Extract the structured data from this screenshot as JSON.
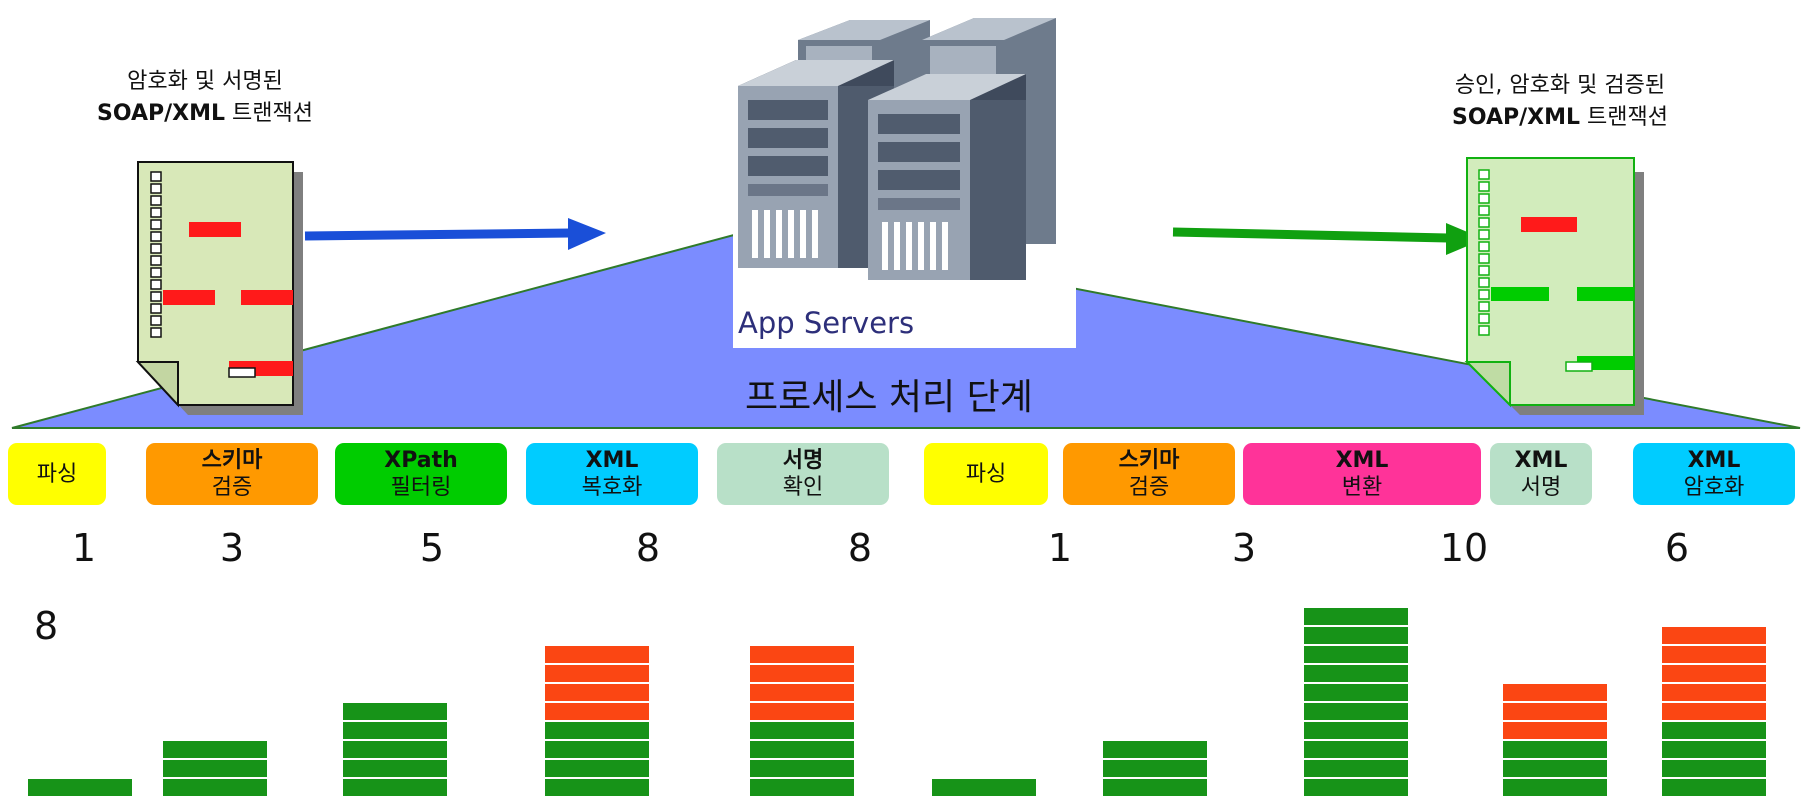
{
  "input_doc": {
    "caption_line1": "암호화 및 서명된",
    "caption_bold": "SOAP/XML",
    "caption_rest": " 트랜잭션"
  },
  "output_doc": {
    "caption_line1": "승인, 암호화 및 검증된",
    "caption_bold": "SOAP/XML",
    "caption_rest": " 트랜잭션"
  },
  "server": {
    "label": "App Servers"
  },
  "pipeline": {
    "heading": "프로세스 처리 단계",
    "scale_label": "8"
  },
  "stages": [
    {
      "line1": "파싱",
      "line2": "",
      "count": "1",
      "color": "#ffff00"
    },
    {
      "line1": "스키마",
      "line2": "검증",
      "count": "3",
      "color": "#ff9900"
    },
    {
      "line1": "XPath",
      "line2": "필터링",
      "count": "5",
      "color": "#00cc00"
    },
    {
      "line1": "XML",
      "line2": "복호화",
      "count": "8",
      "color": "#00ccff"
    },
    {
      "line1": "서명",
      "line2": "확인",
      "count": "8",
      "color": "#b8e0c8"
    },
    {
      "line1": "파싱",
      "line2": "",
      "count": "1",
      "color": "#ffff00"
    },
    {
      "line1": "스키마",
      "line2": "검증",
      "count": "3",
      "color": "#ff9900"
    },
    {
      "line1": "XML",
      "line2": "변환",
      "count": "10",
      "color": "#ff3399"
    },
    {
      "line1": "XML",
      "line2": "서명",
      "count": "",
      "color": "#b8e0c8"
    },
    {
      "line1": "XML",
      "line2": "암호화",
      "count": "6",
      "color": "#00ccff"
    }
  ],
  "chart_data": {
    "type": "bar",
    "categories": [
      "파싱",
      "스키마 검증",
      "XPath 필터링",
      "XML 복호화",
      "서명 확인",
      "파싱",
      "스키마 검증",
      "XML 변환",
      "XML 서명",
      "XML 암호화"
    ],
    "series": [
      {
        "values": [
          1,
          3,
          5,
          4,
          4,
          1,
          3,
          10,
          3,
          4
        ]
      },
      {
        "values": [
          0,
          0,
          0,
          4,
          4,
          0,
          0,
          0,
          3,
          5
        ]
      }
    ],
    "colors": {
      "work": "#179318",
      "crypto": "#fb4613"
    }
  },
  "colors": {
    "triangle": "#7b8cff",
    "input_arrow": "#1a4fd8",
    "output_arrow": "#10a010",
    "doc_fill": "#d8e8b8",
    "doc_fill_out": "#d2ecbc",
    "red_bar": "#ff1a1a",
    "green_bar": "#00cc00"
  }
}
